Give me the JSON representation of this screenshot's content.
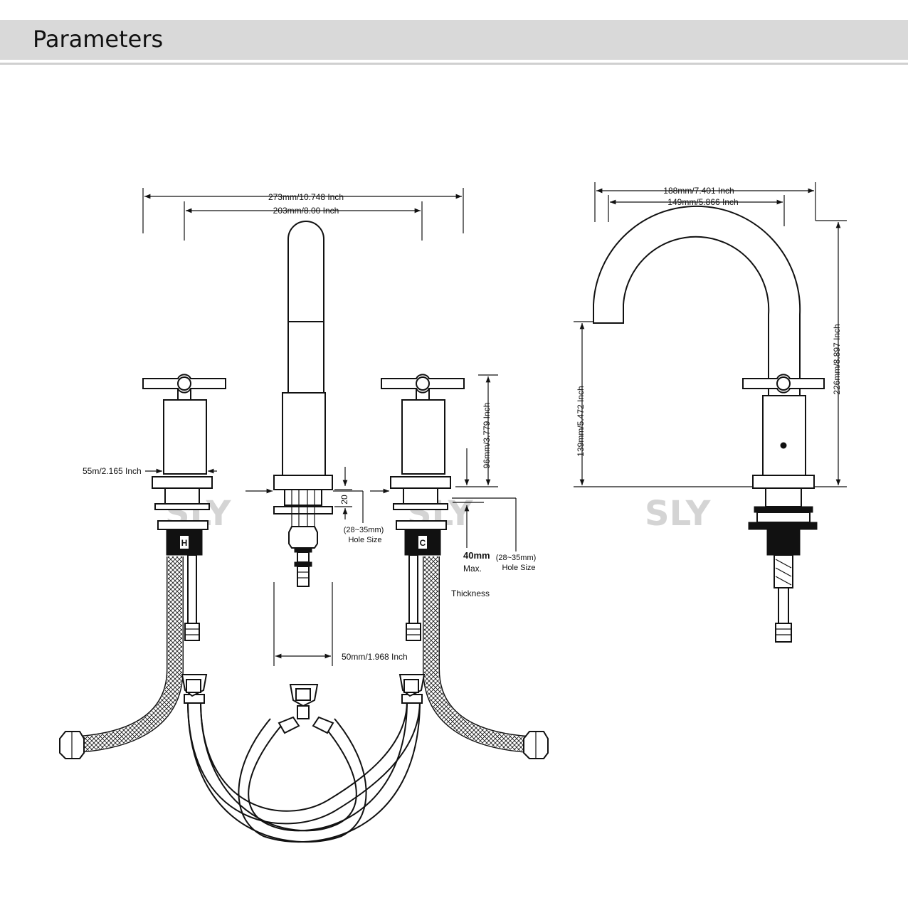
{
  "header": {
    "title": "Parameters"
  },
  "watermark": "SLY",
  "front_view": {
    "overall_width": "273mm/10.748 Inch",
    "center_spread": "203mm/8.00 Inch",
    "handle_height": "96mm/3.779 Inch",
    "handle_base_width": "55m/2.165 Inch",
    "spout_dim": "20",
    "hole_size_1_range": "(28~35mm)",
    "hole_size_1_label": "Hole Size",
    "hole_size_2_range": "(28~35mm)",
    "hole_size_2_label": "Hole Size",
    "thickness_value": "40mm",
    "thickness_max": "Max.",
    "thickness_label": "Thickness",
    "stem_width": "50mm/1.968 Inch",
    "hot_mark": "H",
    "cold_mark": "C"
  },
  "side_view": {
    "reach": "188mm/7.401 Inch",
    "inner_reach": "149mm/5.866 Inch",
    "spout_height": "139mm/5.472 Inch",
    "total_height": "226mm/8.897 Inch"
  },
  "colors": {
    "line": "#111111",
    "header_bg": "#d9d9d9",
    "watermark": "#d4d4d4"
  }
}
